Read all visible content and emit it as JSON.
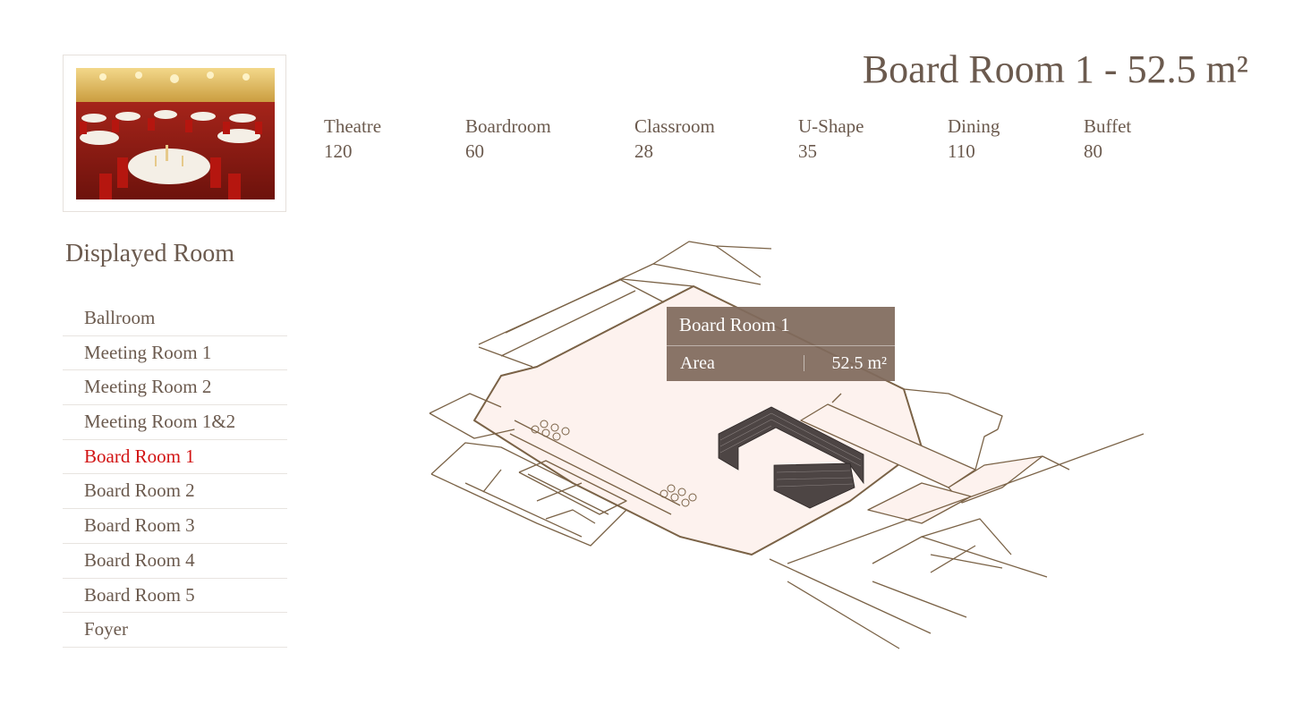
{
  "header": {
    "title": "Board Room 1 - 52.5 m²"
  },
  "capacities": [
    {
      "label": "Theatre",
      "value": "120"
    },
    {
      "label": "Boardroom",
      "value": "60"
    },
    {
      "label": "Classroom",
      "value": "28"
    },
    {
      "label": "U-Shape",
      "value": "35"
    },
    {
      "label": "Dining",
      "value": "110"
    },
    {
      "label": "Buffet",
      "value": "80"
    }
  ],
  "sidebar": {
    "title": "Displayed Room",
    "selected": "Board Room 1",
    "items": [
      {
        "label": "Ballroom"
      },
      {
        "label": "Meeting Room 1"
      },
      {
        "label": "Meeting Room 2"
      },
      {
        "label": "Meeting Room 1&2"
      },
      {
        "label": "Board Room 1"
      },
      {
        "label": "Board Room 2"
      },
      {
        "label": "Board Room 3"
      },
      {
        "label": "Board Room 4"
      },
      {
        "label": "Board Room 5"
      },
      {
        "label": "Foyer"
      }
    ]
  },
  "tooltip": {
    "name": "Board Room 1",
    "area_label": "Area",
    "area_value": "52.5 m²"
  },
  "colors": {
    "text": "#6b5a4e",
    "active": "#d21414",
    "plan_line": "#7a6246",
    "plan_fill": "#fdf2ee",
    "tooltip_bg": "#806a5c"
  }
}
